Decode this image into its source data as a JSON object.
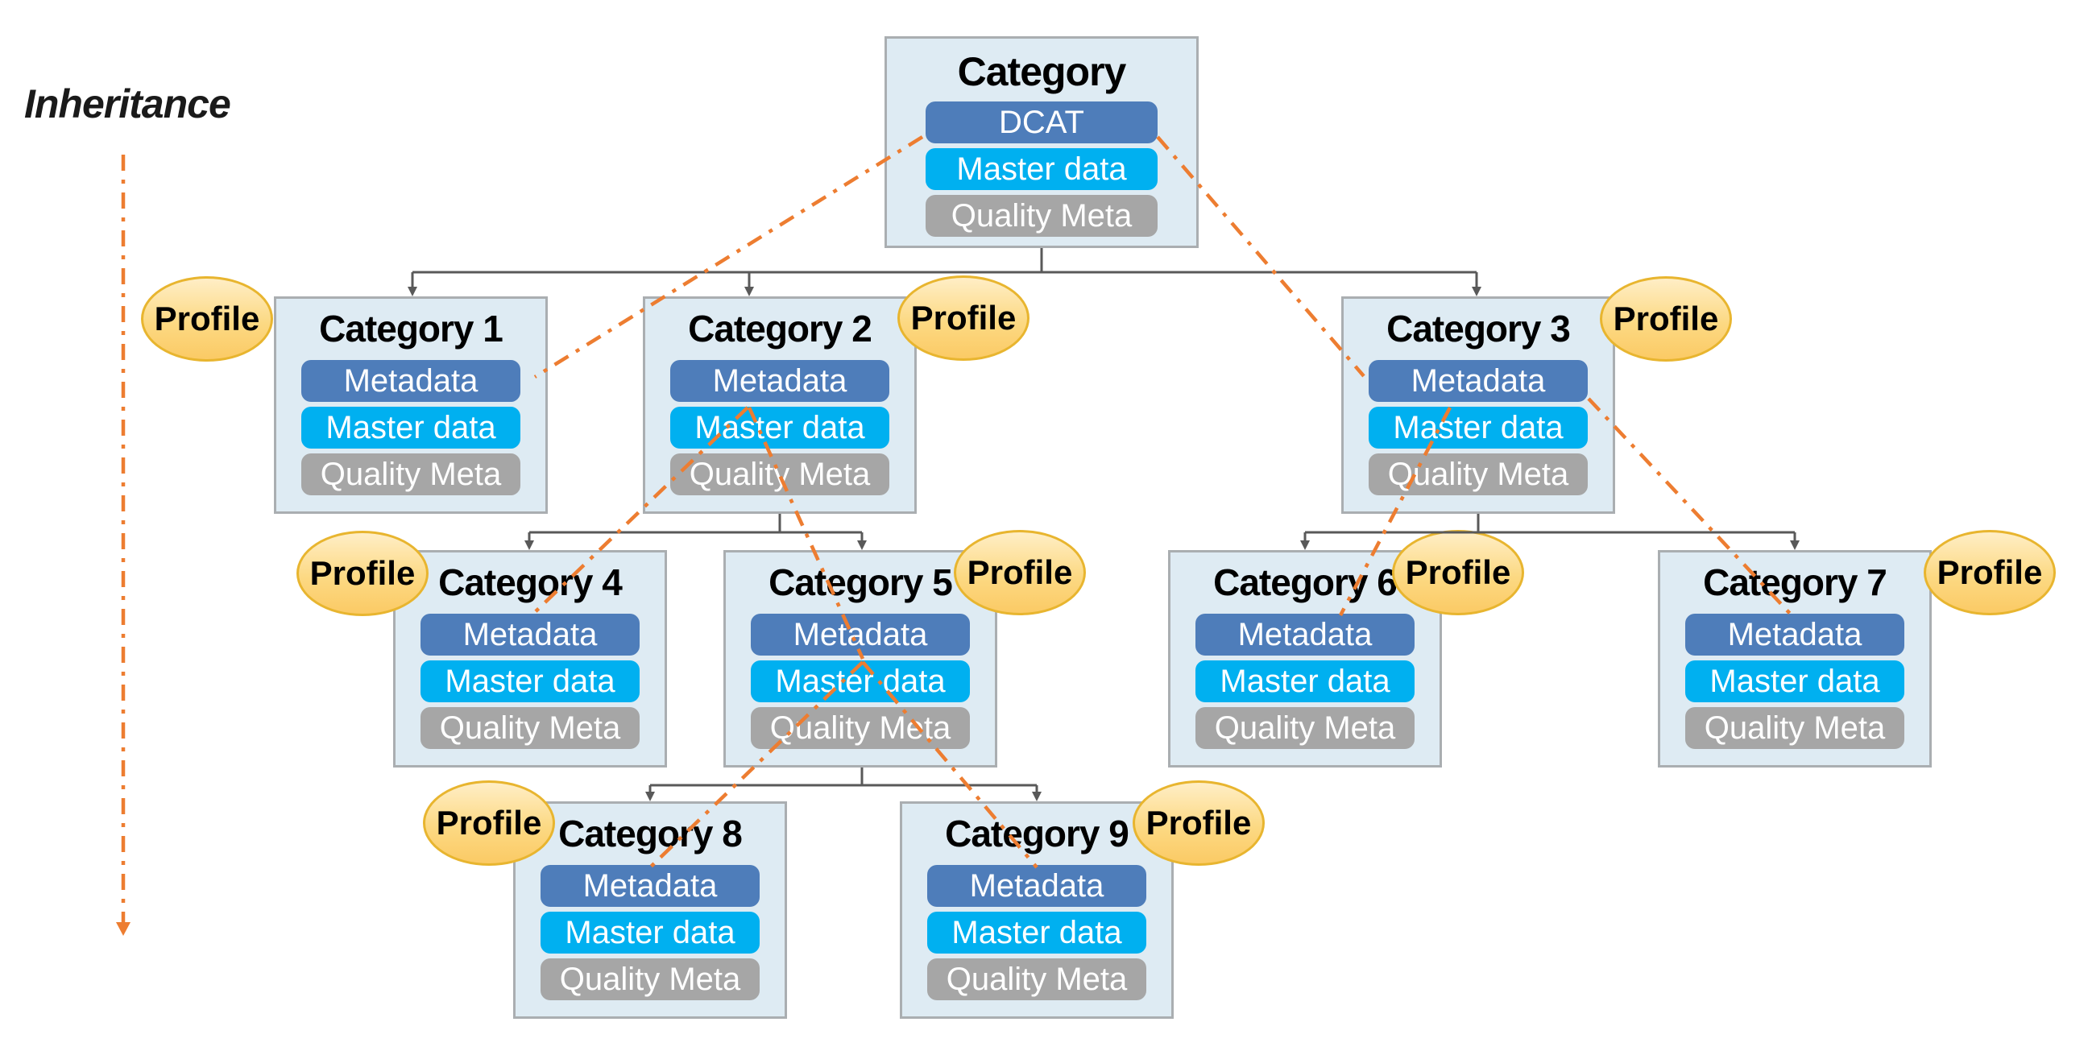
{
  "labels": {
    "inheritance": "Inheritance",
    "profile": "Profile"
  },
  "root": {
    "title": "Category",
    "bars": [
      "DCAT",
      "Master data",
      "Quality Meta"
    ]
  },
  "categories": [
    {
      "title": "Category 1",
      "bars": [
        "Metadata",
        "Master data",
        "Quality Meta"
      ]
    },
    {
      "title": "Category 2",
      "bars": [
        "Metadata",
        "Master data",
        "Quality Meta"
      ]
    },
    {
      "title": "Category 3",
      "bars": [
        "Metadata",
        "Master data",
        "Quality Meta"
      ]
    },
    {
      "title": "Category 4",
      "bars": [
        "Metadata",
        "Master data",
        "Quality Meta"
      ]
    },
    {
      "title": "Category 5",
      "bars": [
        "Metadata",
        "Master data",
        "Quality Meta"
      ]
    },
    {
      "title": "Category 6",
      "bars": [
        "Metadata",
        "Master data",
        "Quality Meta"
      ]
    },
    {
      "title": "Category 7",
      "bars": [
        "Metadata",
        "Master data",
        "Quality Meta"
      ]
    },
    {
      "title": "Category 8",
      "bars": [
        "Metadata",
        "Master data",
        "Quality Meta"
      ]
    },
    {
      "title": "Category 9",
      "bars": [
        "Metadata",
        "Master data",
        "Quality Meta"
      ]
    }
  ],
  "colors": {
    "box_fill": "#deebf3",
    "box_border": "#aaaeb1",
    "metadata_blue": "#4e7dba",
    "master_data_cyan": "#00b0f0",
    "quality_meta_gray": "#a6a6a6",
    "profile_fill": "#fcd983",
    "profile_border": "#e8b52f",
    "inheritance_orange": "#ed7d31",
    "connector_gray": "#595959"
  }
}
